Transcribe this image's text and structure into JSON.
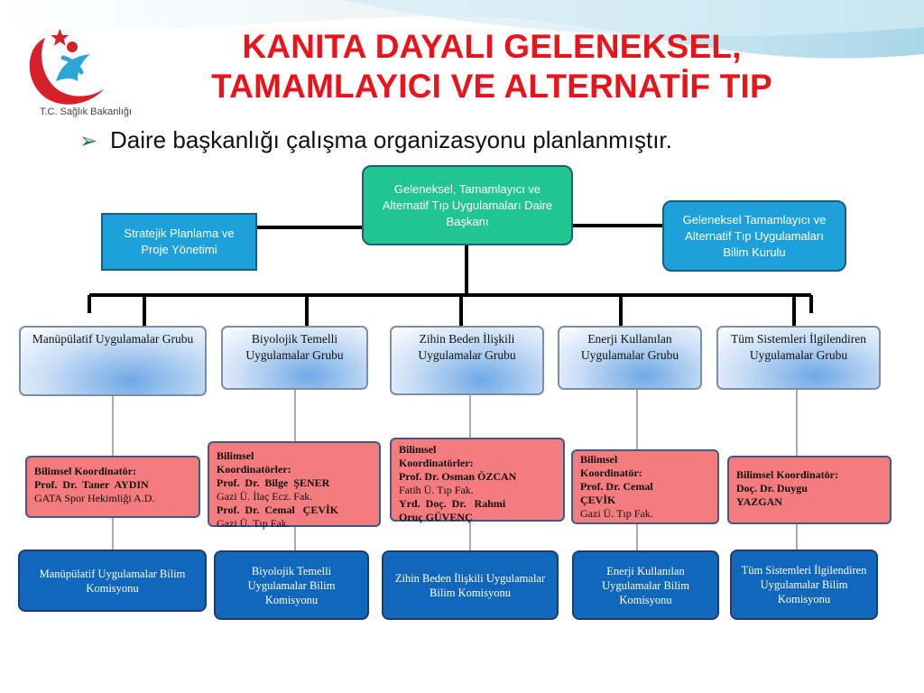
{
  "logo": {
    "caption": "T.C. Sağlık Bakanlığı",
    "colors": {
      "crescent": "#d6202a",
      "figure": "#2aa7d8"
    }
  },
  "title": {
    "line1": "KANITA DAYALI GELENEKSEL,",
    "line2": "TAMAMLAYICI VE ALTERNATİF TIP"
  },
  "subtitle": {
    "bullet": "➢",
    "text": "Daire başkanlığı çalışma organizasyonu planlanmıştır."
  },
  "top": {
    "main": "Geleneksel, Tamamlayıcı ve Alternatif Tıp Uygulamaları Daire Başkanı",
    "left": "Stratejik Planlama ve Proje Yönetimi",
    "right": "Geleneksel Tamamlayıcı ve Alternatif Tıp Uygulamaları Bilim Kurulu"
  },
  "groups": [
    {
      "name": "Manüpülatif Uygulamalar Grubu",
      "coordinator": [
        {
          "text": "Bilimsel Koordinatör:",
          "bold": true
        },
        {
          "text": "Prof.  Dr.  Taner  AYDIN",
          "bold": true
        },
        {
          "text": "GATA Spor Hekimliği A.D.",
          "bold": false
        }
      ],
      "committee": "Manüpülatif Uygulamalar Bilim Komisyonu"
    },
    {
      "name": "Biyolojik Temelli Uygulamalar Grubu",
      "coordinator": [
        {
          "text": "Bilimsel",
          "bold": true
        },
        {
          "text": "Koordinatörler:",
          "bold": true
        },
        {
          "text": "Prof.  Dr.  Bilge  ŞENER",
          "bold": true
        },
        {
          "text": "Gazi Ü. İlaç Ecz. Fak.",
          "bold": false
        },
        {
          "text": "Prof.  Dr.  Cemal   ÇEVİK",
          "bold": true
        },
        {
          "text": "Gazi Ü. Tıp Fak.",
          "bold": false
        }
      ],
      "committee": "Biyolojik Temelli Uygulamalar  Bilim Komisyonu"
    },
    {
      "name": "Zihin Beden İlişkili Uygulamalar Grubu",
      "coordinator": [
        {
          "text": "Bilimsel",
          "bold": true
        },
        {
          "text": "Koordinatörler:",
          "bold": true
        },
        {
          "text": "Prof. Dr. Osman ÖZCAN",
          "bold": true
        },
        {
          "text": "Fatih Ü. Tıp Fak.",
          "bold": false
        },
        {
          "text": "Yrd.  Doç.  Dr.   Rahmi",
          "bold": true
        },
        {
          "text": "Oruç GÜVENÇ",
          "bold": true
        }
      ],
      "committee": "Zihin Beden İlişkili Uygulamalar Bilim Komisyonu"
    },
    {
      "name": "Enerji Kullanılan Uygulamalar Grubu",
      "coordinator": [
        {
          "text": "Bilimsel",
          "bold": true
        },
        {
          "text": "Koordinatör:",
          "bold": true
        },
        {
          "text": "Prof. Dr. Cemal",
          "bold": true
        },
        {
          "text": "ÇEVİK",
          "bold": true
        },
        {
          "text": "Gazi Ü. Tıp Fak.",
          "bold": false
        }
      ],
      "committee": "Enerji Kullanılan Uygulamalar  Bilim Komisyonu"
    },
    {
      "name": "Tüm Sistemleri İlgilendiren Uygulamalar Grubu",
      "coordinator": [
        {
          "text": "Bilimsel Koordinatör:",
          "bold": true
        },
        {
          "text": "Doç. Dr. Duygu",
          "bold": true
        },
        {
          "text": "YAZGAN",
          "bold": true
        }
      ],
      "committee": "Tüm Sistemleri İlgilendiren Uygulamalar  Bilim Komisyonu"
    }
  ]
}
